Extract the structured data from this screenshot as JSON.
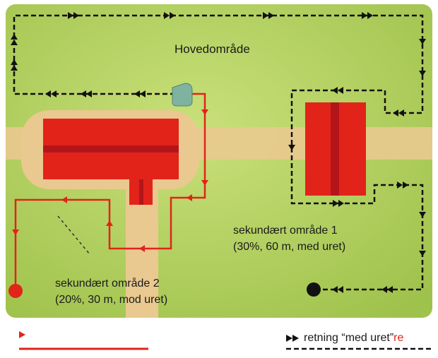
{
  "labels": {
    "main_area": "Hovedområde",
    "secondary_1_name": "sekundært område 1",
    "secondary_1_details": "(30%, 60 m, med uret)",
    "secondary_2_name": "sekundært område 2",
    "secondary_2_details": "(20%, 30 m, mod uret)"
  },
  "legend": {
    "clockwise_label": "retning “med uret”",
    "counterclockwise_fragment": "re"
  },
  "colors": {
    "lawn": "#b7d46a",
    "path": "#e9c98f",
    "building": "#e2231a",
    "building_dark": "#b2161a",
    "wire_clockwise": "#111111",
    "wire_counterclockwise": "#e2231a",
    "charging_station": "#7fb3a0"
  },
  "icons": {
    "direction_clockwise": "double-arrowhead-icon",
    "direction_counterclockwise": "single-arrowhead-icon",
    "charging_station": "charging-station-icon",
    "start_point": "circle-dot-icon"
  }
}
